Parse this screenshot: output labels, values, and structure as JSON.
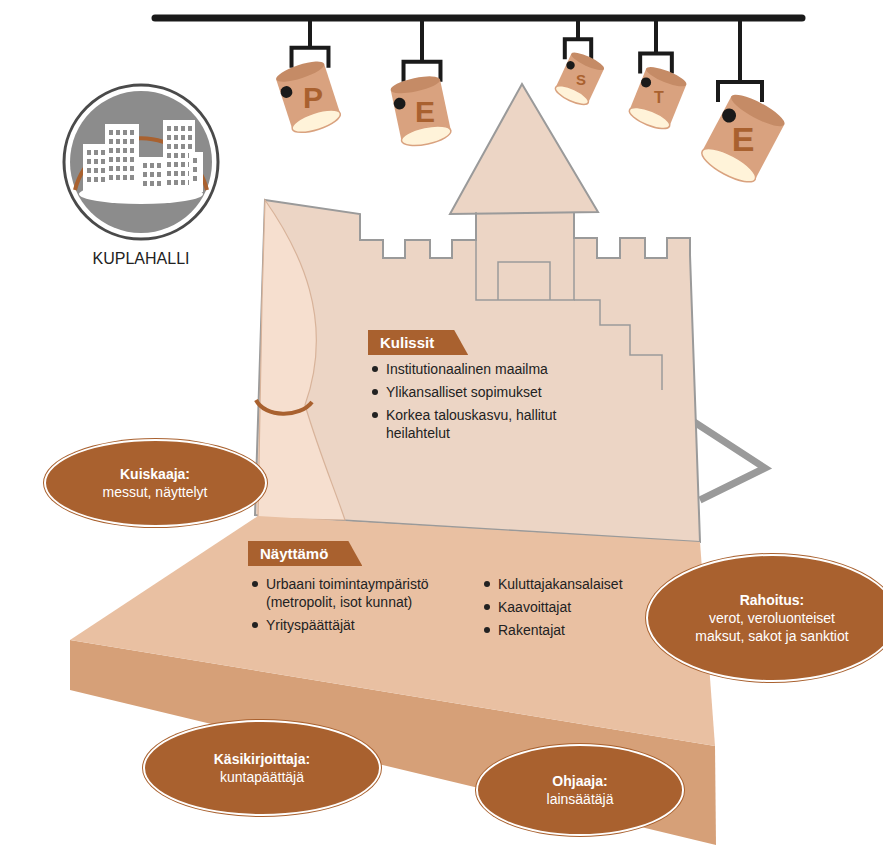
{
  "diagram": {
    "nodes": [
      {
        "text": [
          "KUPLAHALLI"
        ]
      },
      {
        "text": [
          "P"
        ]
      },
      {
        "text": [
          "E"
        ]
      },
      {
        "text": [
          "S"
        ]
      },
      {
        "text": [
          "T"
        ]
      },
      {
        "text": [
          "E"
        ]
      },
      {
        "text": [
          "Kulissit",
          "Institutionaalinen maailma",
          "Ylikansalliset sopimukset",
          "Korkea talouskasvu, hallitut heilahtelut"
        ]
      },
      {
        "text": [
          "Kuiskaaja:",
          "messut, näyttelyt"
        ]
      },
      {
        "text": [
          "Näyttämö",
          "Urbaani toimintaympäristö (metropolit, isot kunnat)",
          "Yrityspäättäjät",
          "Kuluttajakansalaiset",
          "Kaavoittajat",
          "Rakentajat"
        ]
      },
      {
        "text": [
          "Rahoitus:",
          "verot, veroluonteiset maksut, sakot ja sanktiot"
        ]
      },
      {
        "text": [
          "Käsikirjoittaja:",
          "kuntapäättäjä"
        ]
      },
      {
        "text": [
          "Ohjaaja:",
          "lainsäätäjä"
        ]
      }
    ]
  }
}
